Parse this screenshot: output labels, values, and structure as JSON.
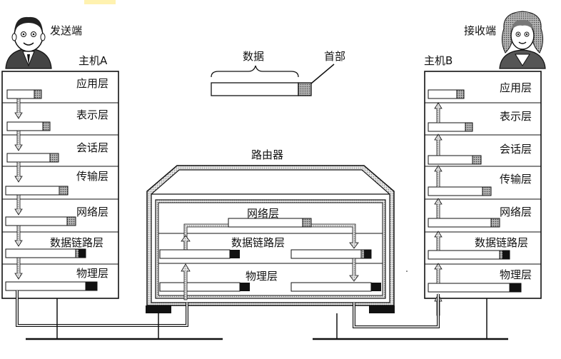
{
  "sender": {
    "role_label": "发送端",
    "host_label": "主机A"
  },
  "receiver": {
    "role_label": "接收端",
    "host_label": "主机B"
  },
  "layers": [
    "应用层",
    "表示层",
    "会话层",
    "传输层",
    "网络层",
    "数据链路层",
    "物理层"
  ],
  "router": {
    "title": "路由器",
    "layers": [
      "网络层",
      "数据链路层",
      "物理层"
    ]
  },
  "packet_legend": {
    "data_label": "数据",
    "header_label": "首部"
  },
  "colors": {
    "line": "#111111",
    "dotted_fill": "#cfcfcf",
    "header_fill": "#9a9a9a",
    "highlight": "#fff2b0"
  }
}
